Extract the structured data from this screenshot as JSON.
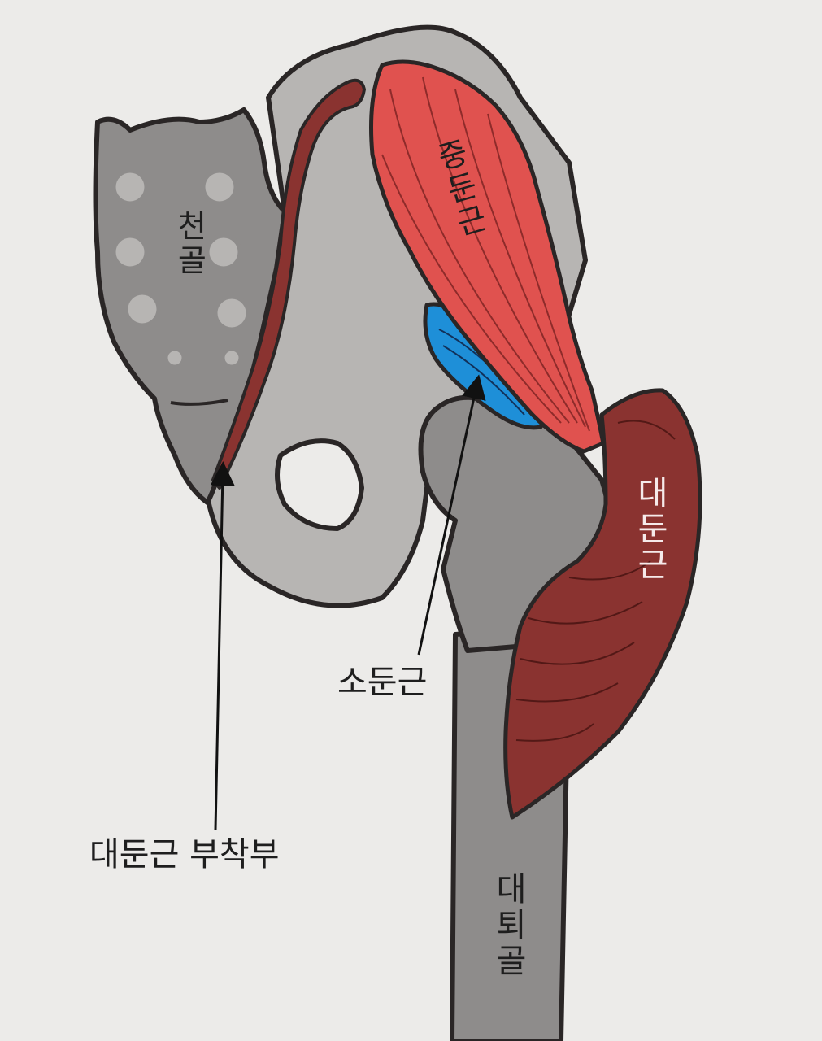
{
  "labels": {
    "sacrum": "천골",
    "gluteus_medius": "중둔근",
    "gluteus_maximus": "대둔근",
    "gluteus_minimus": "소둔근",
    "gluteus_maximus_attachment": "대둔근 부착부",
    "femur": "대퇴골"
  },
  "colors": {
    "bone": "#8e8c8b",
    "bone_light": "#b7b5b3",
    "gluteus_medius": "#e0524f",
    "gluteus_maximus": "#8a3330",
    "gluteus_minimus": "#1e8fd8",
    "outline": "#2a2626",
    "background": "#ecebe9"
  }
}
